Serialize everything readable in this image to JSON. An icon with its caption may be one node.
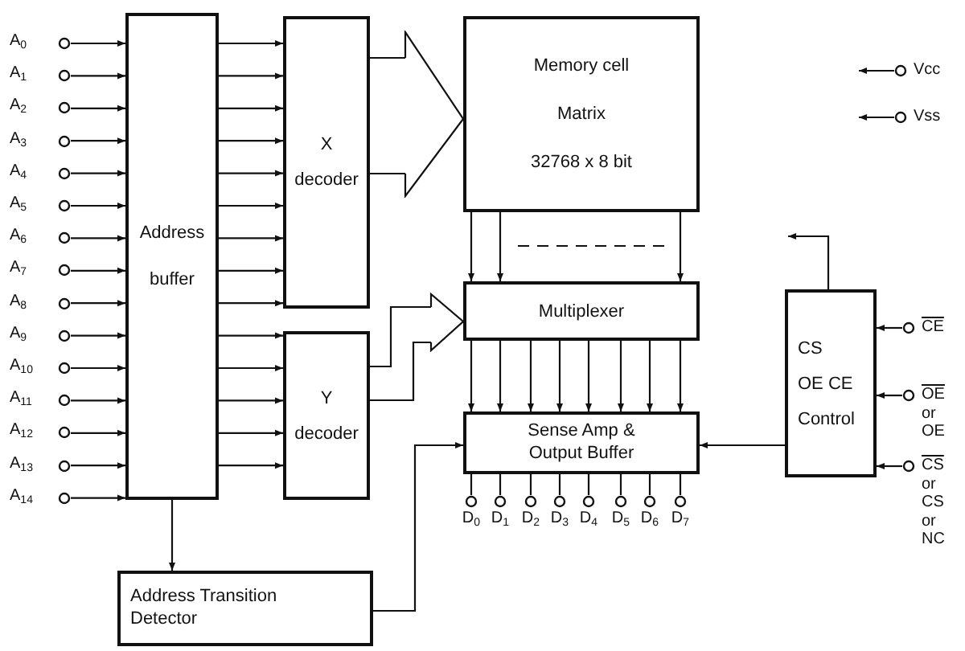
{
  "diagram": {
    "nodes": [
      {
        "text": [
          "Address buffer"
        ]
      },
      {
        "text": [
          "X decoder"
        ]
      },
      {
        "text": [
          "Y decoder"
        ]
      },
      {
        "text": [
          "Memory cell",
          "Matrix",
          "32768 x 8 bit"
        ]
      },
      {
        "text": [
          "Multiplexer"
        ]
      },
      {
        "text": [
          "Sense Amp & Output Buffer"
        ]
      },
      {
        "text": [
          "CS",
          "OE CE",
          "Control"
        ]
      },
      {
        "text": [
          "Address Transition Detector"
        ]
      },
      {
        "text": [
          "A$_{0}$"
        ]
      },
      {
        "text": [
          "A$_{1}$"
        ]
      },
      {
        "text": [
          "A$_{2}$"
        ]
      },
      {
        "text": [
          "A$_{3}$"
        ]
      },
      {
        "text": [
          "A$_{4}$"
        ]
      },
      {
        "text": [
          "A$_{5}$"
        ]
      },
      {
        "text": [
          "A$_{6}$"
        ]
      },
      {
        "text": [
          "A$_{7}$"
        ]
      },
      {
        "text": [
          "A$_{8}$"
        ]
      },
      {
        "text": [
          "A$_{9}$"
        ]
      },
      {
        "text": [
          "A$_{10}$"
        ]
      },
      {
        "text": [
          "A$_{11}$"
        ]
      },
      {
        "text": [
          "A$_{12}$"
        ]
      },
      {
        "text": [
          "A$_{13}$"
        ]
      },
      {
        "text": [
          "A$_{14}$"
        ]
      },
      {
        "text": [
          "D$_{0}$"
        ]
      },
      {
        "text": [
          "D$_{1}$"
        ]
      },
      {
        "text": [
          "D$_{2}$"
        ]
      },
      {
        "text": [
          "D$_{3}$"
        ]
      },
      {
        "text": [
          "D$_{4}$"
        ]
      },
      {
        "text": [
          "D$_{5}$"
        ]
      },
      {
        "text": [
          "D$_{6}$"
        ]
      },
      {
        "text": [
          "D$_{7}$"
        ]
      },
      {
        "text": [
          "Vcc"
        ]
      },
      {
        "text": [
          "Vss"
        ]
      },
      {
        "text": [
          "CE"
        ]
      },
      {
        "text": [
          "OE",
          "or",
          "OE"
        ]
      },
      {
        "text": [
          "CS",
          "or",
          "CS",
          "or",
          "NC"
        ]
      }
    ],
    "edges": [
      {
        "from": 8,
        "to": 0,
        "arrow": "to"
      },
      {
        "from": 9,
        "to": 0,
        "arrow": "to"
      },
      {
        "from": 10,
        "to": 0,
        "arrow": "to"
      },
      {
        "from": 11,
        "to": 0,
        "arrow": "to"
      },
      {
        "from": 12,
        "to": 0,
        "arrow": "to"
      },
      {
        "from": 13,
        "to": 0,
        "arrow": "to"
      },
      {
        "from": 14,
        "to": 0,
        "arrow": "to"
      },
      {
        "from": 15,
        "to": 0,
        "arrow": "to"
      },
      {
        "from": 16,
        "to": 0,
        "arrow": "to"
      },
      {
        "from": 17,
        "to": 0,
        "arrow": "to"
      },
      {
        "from": 18,
        "to": 0,
        "arrow": "to"
      },
      {
        "from": 19,
        "to": 0,
        "arrow": "to"
      },
      {
        "from": 20,
        "to": 0,
        "arrow": "to"
      },
      {
        "from": 21,
        "to": 0,
        "arrow": "to"
      },
      {
        "from": 22,
        "to": 0,
        "arrow": "to"
      },
      {
        "from": 0,
        "to": 1,
        "arrow": "to"
      },
      {
        "from": 0,
        "to": 1,
        "arrow": "to"
      },
      {
        "from": 0,
        "to": 1,
        "arrow": "to"
      },
      {
        "from": 0,
        "to": 1,
        "arrow": "to"
      },
      {
        "from": 0,
        "to": 1,
        "arrow": "to"
      },
      {
        "from": 0,
        "to": 1,
        "arrow": "to"
      },
      {
        "from": 0,
        "to": 1,
        "arrow": "to"
      },
      {
        "from": 0,
        "to": 1,
        "arrow": "to"
      },
      {
        "from": 0,
        "to": 1,
        "arrow": "to"
      },
      {
        "from": 0,
        "to": 2,
        "arrow": "to"
      },
      {
        "from": 0,
        "to": 2,
        "arrow": "to"
      },
      {
        "from": 0,
        "to": 2,
        "arrow": "to"
      },
      {
        "from": 0,
        "to": 2,
        "arrow": "to"
      },
      {
        "from": 0,
        "to": 2,
        "arrow": "to"
      },
      {
        "from": 0,
        "to": 7,
        "arrow": "to"
      },
      {
        "from": 1,
        "to": 3,
        "arrow": "to"
      },
      {
        "from": 2,
        "to": 4,
        "arrow": "to"
      },
      {
        "from": 3,
        "to": 4,
        "arrow": "to"
      },
      {
        "from": 3,
        "to": 4,
        "arrow": "to"
      },
      {
        "from": 3,
        "to": 4,
        "arrow": "to"
      },
      {
        "from": 4,
        "to": 5,
        "arrow": "to"
      },
      {
        "from": 4,
        "to": 5,
        "arrow": "to"
      },
      {
        "from": 4,
        "to": 5,
        "arrow": "to"
      },
      {
        "from": 4,
        "to": 5,
        "arrow": "to"
      },
      {
        "from": 4,
        "to": 5,
        "arrow": "to"
      },
      {
        "from": 4,
        "to": 5,
        "arrow": "to"
      },
      {
        "from": 4,
        "to": 5,
        "arrow": "to"
      },
      {
        "from": 4,
        "to": 5,
        "arrow": "to"
      },
      {
        "from": 5,
        "to": 23,
        "arrow": "none"
      },
      {
        "from": 5,
        "to": 24,
        "arrow": "none"
      },
      {
        "from": 5,
        "to": 25,
        "arrow": "none"
      },
      {
        "from": 5,
        "to": 26,
        "arrow": "none"
      },
      {
        "from": 5,
        "to": 27,
        "arrow": "none"
      },
      {
        "from": 5,
        "to": 28,
        "arrow": "none"
      },
      {
        "from": 5,
        "to": 29,
        "arrow": "none"
      },
      {
        "from": 5,
        "to": 30,
        "arrow": "none"
      },
      {
        "from": 7,
        "to": 5,
        "arrow": "to"
      },
      {
        "from": 6,
        "to": 5,
        "arrow": "to"
      },
      {
        "from": 6,
        "to": null,
        "arrow": "to"
      },
      {
        "from": 33,
        "to": 6,
        "arrow": "to"
      },
      {
        "from": 34,
        "to": 6,
        "arrow": "to"
      },
      {
        "from": 35,
        "to": 6,
        "arrow": "to"
      },
      {
        "from": 31,
        "to": null,
        "arrow": "to"
      },
      {
        "from": 32,
        "to": null,
        "arrow": "to"
      }
    ]
  }
}
